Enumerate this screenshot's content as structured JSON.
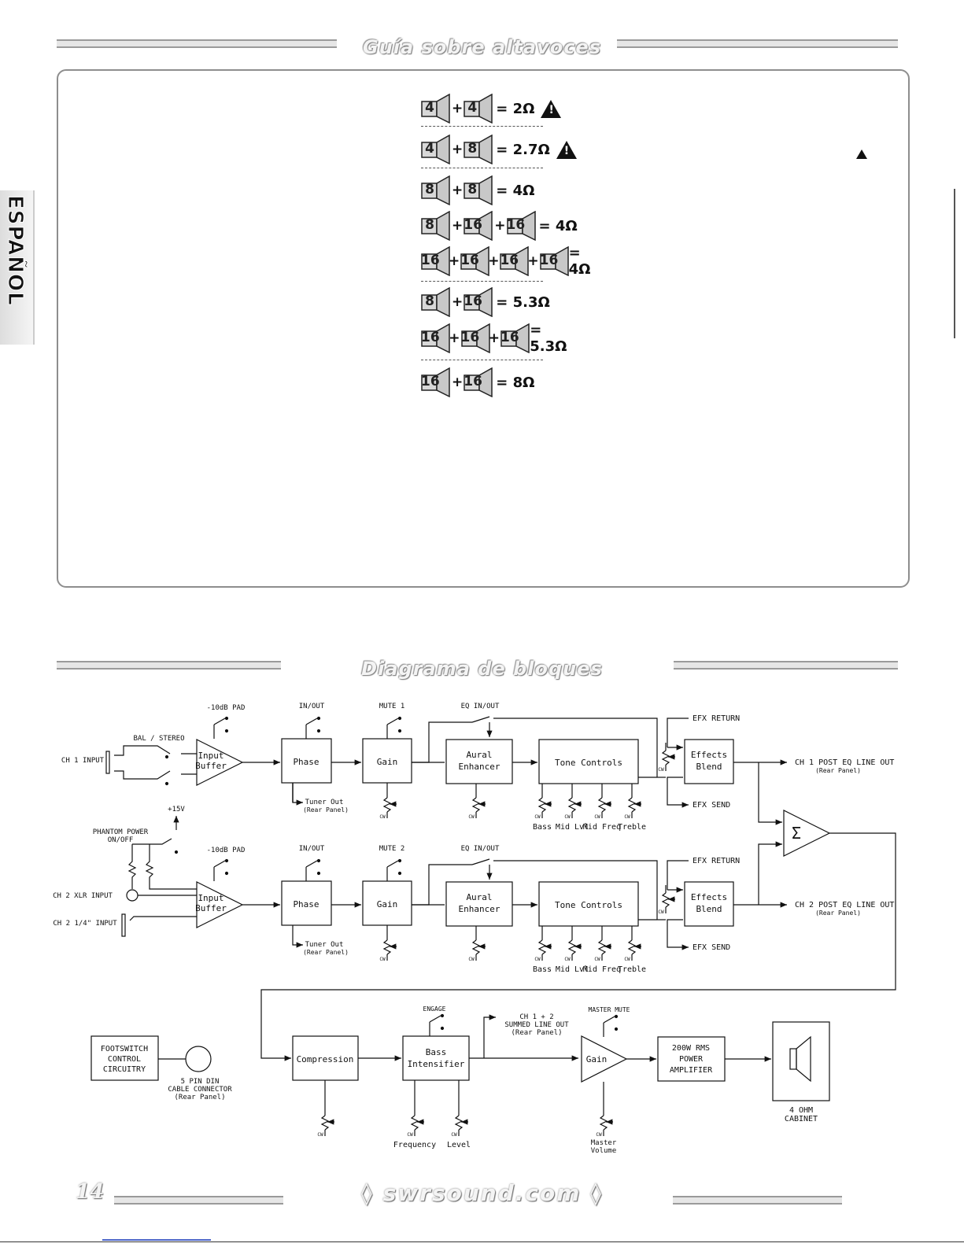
{
  "header_top": {
    "title": "Guía sobre altavoces"
  },
  "header_mid": {
    "title": "Diagrama de bloques"
  },
  "side_tab": {
    "label": "ESPAÑOL"
  },
  "speaker_guide": {
    "rows": [
      {
        "values": [
          "4",
          "4"
        ],
        "result": "= 2Ω",
        "warning": true
      },
      {
        "values": [
          "4",
          "8"
        ],
        "result": "= 2.7Ω",
        "warning": true
      },
      {
        "values": [
          "8",
          "8"
        ],
        "result": "= 4Ω",
        "warning": false
      },
      {
        "values": [
          "8",
          "16",
          "16"
        ],
        "result": "= 4Ω",
        "warning": false
      },
      {
        "values": [
          "16",
          "16",
          "16",
          "16"
        ],
        "result": "= 4Ω",
        "warning": false
      },
      {
        "values": [
          "8",
          "16"
        ],
        "result": "= 5.3Ω",
        "warning": false
      },
      {
        "values": [
          "16",
          "16",
          "16"
        ],
        "result": "= 5.3Ω",
        "warning": false
      },
      {
        "values": [
          "16",
          "16"
        ],
        "result": "= 8Ω",
        "warning": false
      }
    ],
    "plus": "+"
  },
  "diagram": {
    "ch1": {
      "input": "CH 1 INPUT",
      "bal_stereo": "BAL / STEREO",
      "pad": "-10dB PAD",
      "input_buffer": [
        "Input",
        "Buffer"
      ],
      "in_out": "IN/OUT",
      "phase": "Phase",
      "tuner_out": "Tuner Out",
      "rear_panel": "(Rear Panel)",
      "mute": "MUTE 1",
      "gain": "Gain",
      "eq_in_out": "EQ IN/OUT",
      "aural": [
        "Aural",
        "Enhancer"
      ],
      "tone": "Tone Controls",
      "efx_return": "EFX RETURN",
      "efx_send": "EFX SEND",
      "effects": [
        "Effects",
        "Blend"
      ],
      "line_out": "CH 1 POST EQ LINE OUT",
      "pots": [
        "Bass",
        "Mid Lvl",
        "Mid Freq",
        "Treble"
      ]
    },
    "ch2": {
      "xlr": "CH 2 XLR INPUT",
      "quarter": "CH 2  1/4\" INPUT",
      "phantom": [
        "PHANTOM POWER",
        "ON/OFF"
      ],
      "plus15": "+15V",
      "pad": "-10dB PAD",
      "input_buffer": [
        "Input",
        "Buffer"
      ],
      "in_out": "IN/OUT",
      "phase": "Phase",
      "tuner_out": "Tuner Out",
      "rear_panel": "(Rear Panel)",
      "mute": "MUTE 2",
      "gain": "Gain",
      "eq_in_out": "EQ IN/OUT",
      "aural": [
        "Aural",
        "Enhancer"
      ],
      "tone": "Tone Controls",
      "efx_return": "EFX RETURN",
      "efx_send": "EFX SEND",
      "effects": [
        "Effects",
        "Blend"
      ],
      "line_out": "CH 2 POST EQ LINE OUT",
      "pots": [
        "Bass",
        "Mid Lvl",
        "Mid Freq",
        "Treble"
      ]
    },
    "sum": "Σ",
    "output": {
      "compression": "Compression",
      "engage": "ENGAGE",
      "bass_int": [
        "Bass",
        "Intensifier"
      ],
      "frequency": "Frequency",
      "level": "Level",
      "summed": [
        "CH 1 + 2",
        "SUMMED LINE OUT",
        "(Rear Panel)"
      ],
      "master_mute": "MASTER MUTE",
      "gain": "Gain",
      "master_volume": [
        "Master",
        "Volume"
      ],
      "amp": [
        "200W RMS",
        "POWER",
        "AMPLIFIER"
      ],
      "cabinet": [
        "4  OHM",
        "CABINET"
      ],
      "footswitch": [
        "FOOTSWITCH",
        "CONTROL",
        "CIRCUITRY"
      ],
      "din": [
        "5 PIN DIN",
        "CABLE CONNECTOR",
        "(Rear Panel)"
      ]
    },
    "pot_tag": "CW"
  },
  "footer": {
    "page": "14",
    "url": "◊ swrsound.com ◊"
  }
}
